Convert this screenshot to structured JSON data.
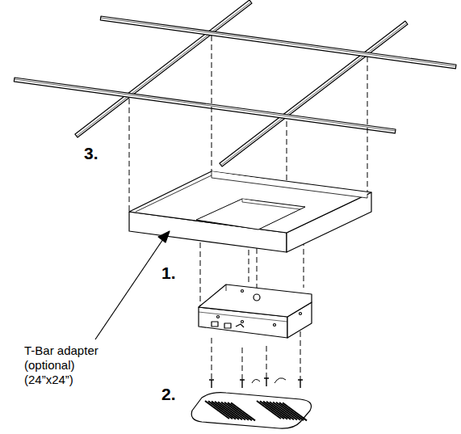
{
  "diagram": {
    "labels": [
      "3.",
      "1.",
      "T-Bar adapter (optional) (24”x24”)",
      "2."
    ]
  }
}
